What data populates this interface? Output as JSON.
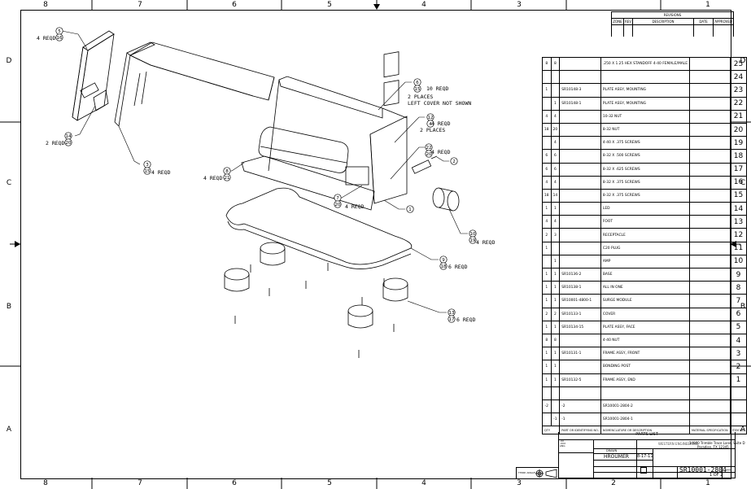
{
  "border": {
    "zones_horizontal": [
      "8",
      "7",
      "6",
      "5",
      "4",
      "3",
      "2",
      "1"
    ],
    "zones_vertical": [
      "D",
      "C",
      "B",
      "A"
    ]
  },
  "revisions": {
    "title": "REVISIONS",
    "headers": [
      "ZONE",
      "REV",
      "DESCRIPTION",
      "DATE",
      "APPROVED"
    ]
  },
  "callouts": [
    {
      "id": "c5",
      "items": [
        "5",
        "16"
      ],
      "qty": "4 REQD"
    },
    {
      "id": "c14",
      "items": [
        "14",
        "20"
      ],
      "qty": "2 REQD"
    },
    {
      "id": "c3",
      "items": [
        "3",
        "15"
      ],
      "qty": "4 REQD"
    },
    {
      "id": "c8",
      "items": [
        "8",
        "21"
      ],
      "qty": "4 REQD"
    },
    {
      "id": "c6",
      "items": [
        "6",
        "15"
      ],
      "qty": "10 REQD",
      "note1": "2 PLACES",
      "note2": "LEFT COVER NOT SHOWN"
    },
    {
      "id": "c12",
      "items": [
        "12",
        "4"
      ],
      "qty": "4 REQD",
      "note1": "2 PLACES"
    },
    {
      "id": "c22",
      "items": [
        "22",
        "20"
      ],
      "qty": "4 REQD"
    },
    {
      "id": "c2",
      "items": [
        "2"
      ]
    },
    {
      "id": "c7",
      "items": [
        "7",
        "20"
      ],
      "qty": "4 REQD"
    },
    {
      "id": "c1",
      "items": [
        "1"
      ]
    },
    {
      "id": "c10",
      "items": [
        "10",
        "19"
      ],
      "qty": "4 REQD"
    },
    {
      "id": "c9",
      "items": [
        "9",
        "18"
      ],
      "qty": "6 REQD"
    },
    {
      "id": "c13",
      "items": [
        "13",
        "17"
      ],
      "qty": "6 REQD"
    }
  ],
  "parts_list": {
    "title": "PARTS LIST",
    "rows": [
      {
        "q1": "8",
        "q2": "8",
        "pn": "",
        "desc": ".250 X 1.25 HEX STANDOFF 4-40 FEMALE/MALE",
        "item": "25"
      },
      {
        "q1": "",
        "q2": "",
        "pn": "",
        "desc": "",
        "item": "24"
      },
      {
        "q1": "1",
        "q2": "",
        "pn": "SR10148-3",
        "desc": "PLATE ASSY, MOUNTING",
        "item": "23"
      },
      {
        "q1": "",
        "q2": "1",
        "pn": "SR10148-1",
        "desc": "PLATE ASSY, MOUNTING",
        "item": "22"
      },
      {
        "q1": "4",
        "q2": "4",
        "pn": "",
        "desc": "10-32 NUT",
        "item": "21"
      },
      {
        "q1": "18",
        "q2": "20",
        "pn": "",
        "desc": "8-32 NUT",
        "item": "20"
      },
      {
        "q1": "",
        "q2": "4",
        "pn": "",
        "desc": "4-40 X .375 SCREWS",
        "item": "19"
      },
      {
        "q1": "6",
        "q2": "6",
        "pn": "",
        "desc": "8-32 X .500 SCREWS",
        "item": "18"
      },
      {
        "q1": "6",
        "q2": "6",
        "pn": "",
        "desc": "8-32 X .625 SCREWS",
        "item": "17"
      },
      {
        "q1": "4",
        "q2": "4",
        "pn": "",
        "desc": "8-32 X .375 SCREWS",
        "item": "16"
      },
      {
        "q1": "18",
        "q2": "14",
        "pn": "",
        "desc": "8-32 X .375 SCREWS",
        "item": "15"
      },
      {
        "q1": "1",
        "q2": "1",
        "pn": "",
        "desc": "LED",
        "item": "14"
      },
      {
        "q1": "4",
        "q2": "4",
        "pn": "",
        "desc": "FOOT",
        "item": "13"
      },
      {
        "q1": "2",
        "q2": "3",
        "pn": "",
        "desc": "RECEPTACLE",
        "item": "12"
      },
      {
        "q1": "1",
        "q2": "",
        "pn": "",
        "desc": "C20 PLUG",
        "item": "11"
      },
      {
        "q1": "",
        "q2": "1",
        "pn": "",
        "desc": "AMP",
        "item": "10"
      },
      {
        "q1": "1",
        "q2": "1",
        "pn": "SR10136-2",
        "desc": "BASE",
        "item": "9"
      },
      {
        "q1": "1",
        "q2": "1",
        "pn": "SR10138-1",
        "desc": "ALL IN ONE",
        "item": "8"
      },
      {
        "q1": "1",
        "q2": "1",
        "pn": "SR10001-4800-1",
        "desc": "SURGE MODULE",
        "item": "7"
      },
      {
        "q1": "2",
        "q2": "2",
        "pn": "SR10133-1",
        "desc": "COVER",
        "item": "6"
      },
      {
        "q1": "1",
        "q2": "1",
        "pn": "SR10134-15",
        "desc": "PLATE ASSY, FACE",
        "item": "5"
      },
      {
        "q1": "8",
        "q2": "8",
        "pn": "",
        "desc": "4-40 NUT",
        "item": "4"
      },
      {
        "q1": "1",
        "q2": "1",
        "pn": "SR10131-1",
        "desc": "FRAME ASSY, FRONT",
        "item": "3"
      },
      {
        "q1": "1",
        "q2": "1",
        "pn": "",
        "desc": "BONDING POST",
        "item": "2"
      },
      {
        "q1": "1",
        "q2": "1",
        "pn": "SR10132-5",
        "desc": "FRAME ASSY, END",
        "item": "1"
      },
      {
        "q1": "",
        "q2": "",
        "pn": "",
        "desc": "",
        "item": ""
      },
      {
        "q1": "-2",
        "q2": "",
        "pn": "-2",
        "desc": "SR10001-2804-2",
        "item": ""
      },
      {
        "q1": "",
        "q2": "-1",
        "pn": "-1",
        "desc": "SR10001-2804-1",
        "item": ""
      }
    ],
    "footer_headers": [
      "QTY",
      "PART OR IDENTIFYING NO.",
      "NOMENCLATURE OR DESCRIPTION",
      "MATERIAL SPECIFICATION",
      "ITEM NO."
    ]
  },
  "title_block": {
    "drawn_label": "DRAWN",
    "drawn_by": "HROUMER",
    "date": "8-17-11",
    "company_address_1": "14900 Trimble Trace Lane, Suite D",
    "company_address_2": "Paradise, TX 12345",
    "company_logo": "WESTERN ENGINEERING",
    "drawing_number": "SR10001-2804",
    "revision": "—",
    "sheet": "1 OF 2",
    "tolerance_lines": [
      ".XX",
      ".XXX",
      "ANG"
    ],
    "projection_label": "THIRD ANGLE"
  }
}
